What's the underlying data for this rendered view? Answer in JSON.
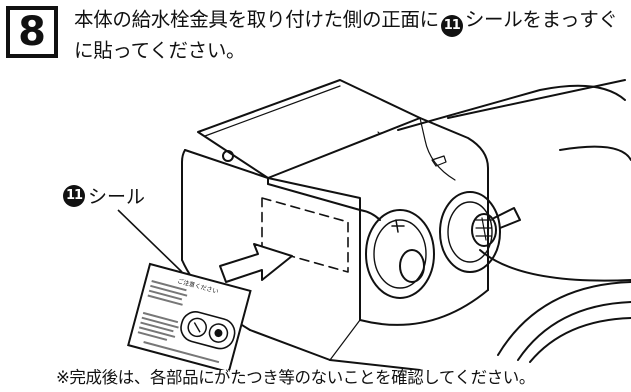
{
  "step": {
    "number": "8"
  },
  "instruction": {
    "before": "本体の給水栓金具を取り付けた側の正面に",
    "seal_number": "11",
    "after": "シールをまっすぐに貼ってください。"
  },
  "callout": {
    "seal_number": "11",
    "label": "シール"
  },
  "sticker": {
    "title": "ご注意ください"
  },
  "note": "※完成後は、各部品にがたつき等のないことを確認してください。"
}
